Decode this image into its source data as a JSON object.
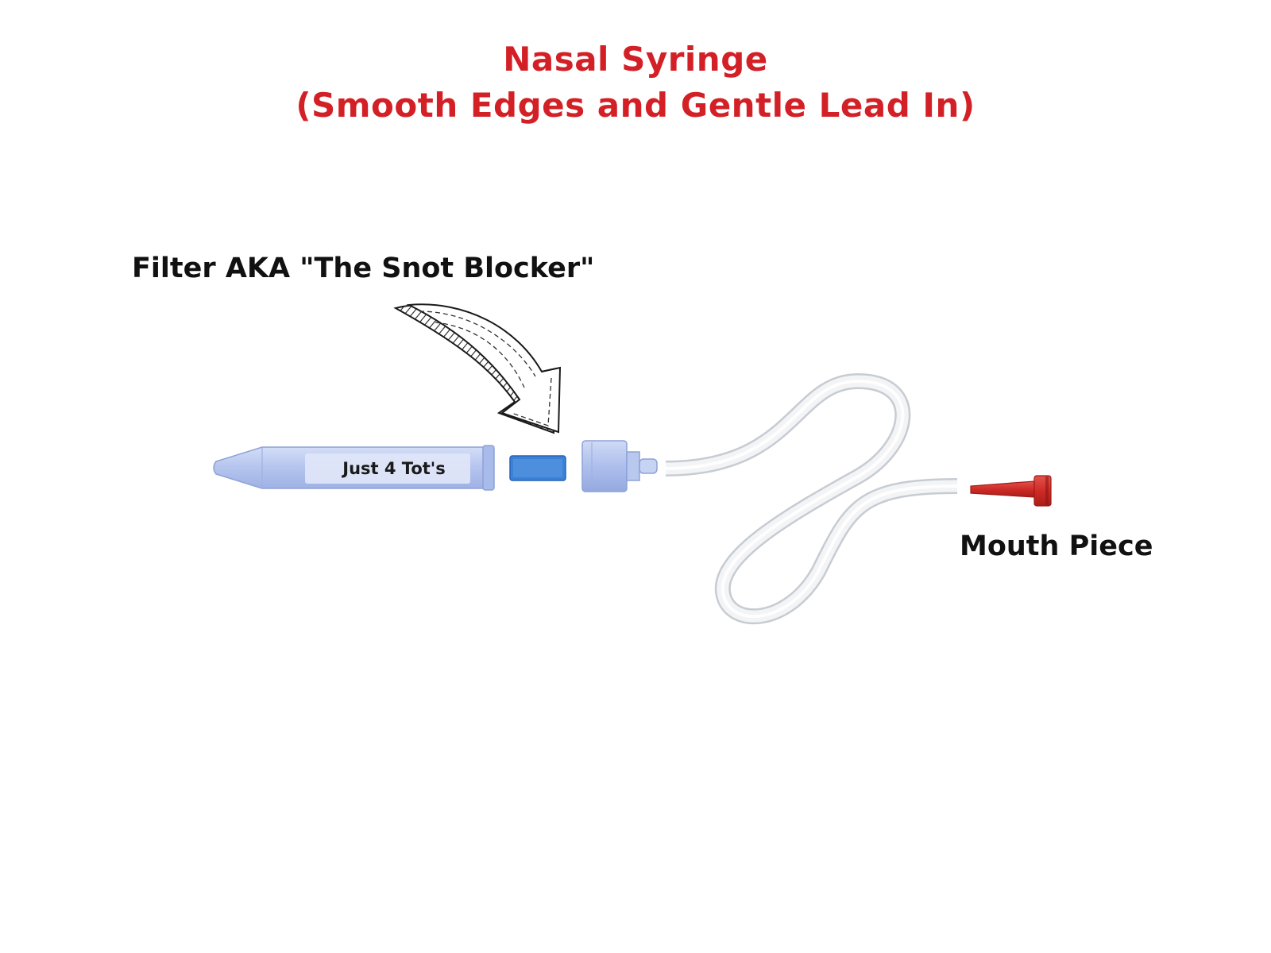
{
  "title": {
    "line1": "Nasal Syringe",
    "line2": "(Smooth Edges and Gentle Lead In)"
  },
  "labels": {
    "filter": "Filter AKA \"The Snot Blocker\"",
    "mouth_piece": "Mouth Piece",
    "syringe_brand": "Just 4 Tot's"
  },
  "colors": {
    "title": "#d32026",
    "syringe_body": "#b9c8ee",
    "filter_sponge": "#3b82d6",
    "mouth_piece": "#d6312c",
    "tube": "#e9ecef"
  },
  "icons": {
    "arrow": "curved-hatched-arrow-icon"
  }
}
